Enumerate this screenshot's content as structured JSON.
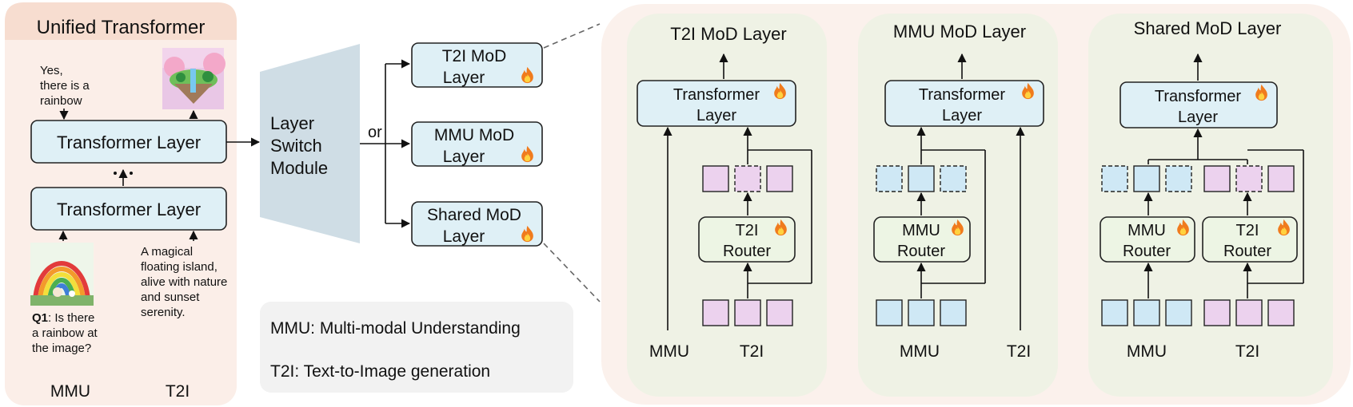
{
  "left": {
    "title": "Unified Transformer",
    "answer_text": [
      "Yes,",
      "there is a",
      "rainbow"
    ],
    "layer_top": "Transformer Layer",
    "layer_bottom": "Transformer Layer",
    "prompt_text": [
      "A magical",
      "floating island,",
      "alive with nature",
      "and sunset",
      "serenity."
    ],
    "question_prefix": "Q1",
    "question_line1": ": Is there",
    "question_lines": [
      "a rainbow at",
      "the image?"
    ],
    "label_mmu": "MMU",
    "label_t2i": "T2I"
  },
  "switch": {
    "label": [
      "Layer",
      "Switch",
      "Module"
    ],
    "or_label": "or"
  },
  "options": [
    {
      "line1": "T2I MoD",
      "line2": "Layer"
    },
    {
      "line1": "MMU MoD",
      "line2": "Layer"
    },
    {
      "line1": "Shared MoD",
      "line2": "Layer"
    }
  ],
  "legend": {
    "mmu": "MMU: Multi-modal Understanding",
    "t2i": "T2I: Text-to-Image generation"
  },
  "panels": [
    {
      "title": "T2I MoD Layer",
      "layer": [
        "Transformer",
        "Layer"
      ],
      "router": [
        "T2I",
        "Router"
      ],
      "label_mmu": "MMU",
      "label_t2i": "T2I"
    },
    {
      "title": "MMU MoD Layer",
      "layer": [
        "Transformer",
        "Layer"
      ],
      "router": [
        "MMU",
        "Router"
      ],
      "label_mmu": "MMU",
      "label_t2i": "T2I"
    },
    {
      "title": "Shared MoD Layer",
      "layer": [
        "Transformer",
        "Layer"
      ],
      "router_mmu": [
        "MMU",
        "Router"
      ],
      "router_t2i": [
        "T2I",
        "Router"
      ],
      "label_mmu": "MMU",
      "label_t2i": "T2I"
    }
  ],
  "icons": {
    "trainable": "flame-icon",
    "image_output": "floating-island-image",
    "image_input": "rainbow-image"
  },
  "colors": {
    "left_panel_bg": "#fbeee8",
    "title_bg": "#f7ddd0",
    "right_panel_bg": "#fbf1ec",
    "sub_panel_bg": "#eff2e5",
    "layer_fill": "#dff0f6",
    "router_fill": "#edf5e4",
    "mmu_token": "#cfe8f5",
    "t2i_token": "#ecd2ee",
    "switch_fill": "#cfdde5",
    "legend_bg": "#f2f2f2"
  }
}
